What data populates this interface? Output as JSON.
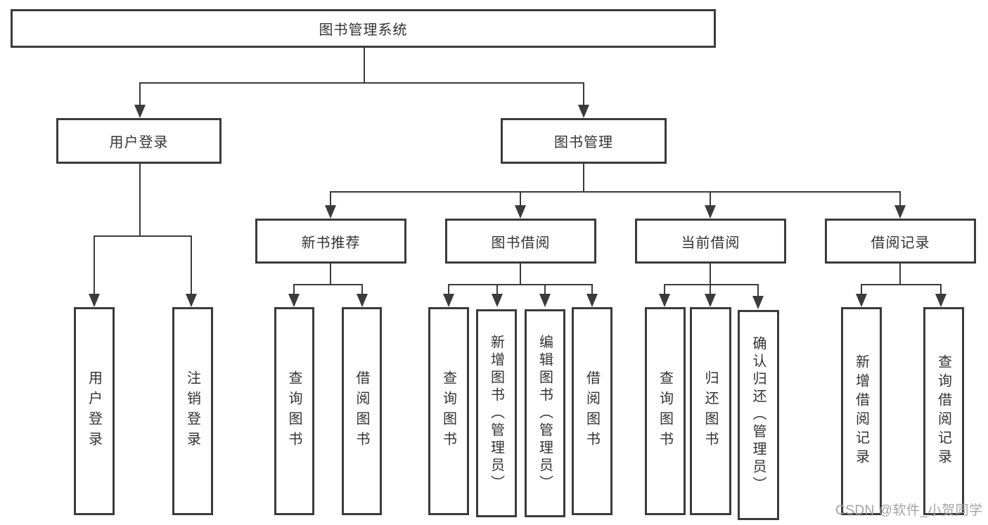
{
  "diagram": {
    "type": "hierarchy",
    "colors": {
      "line": "#3b3b3b",
      "text": "#333333",
      "box_bg": "#ffffff",
      "watermark": "#a3a3a3"
    },
    "watermark": "CSDN @软件_小贺同学",
    "nodes": {
      "root": {
        "label": "图书管理系统",
        "level": 1
      },
      "user_login": {
        "label": "用户登录",
        "level": 2,
        "parent": "root"
      },
      "book_mgmt": {
        "label": "图书管理",
        "level": 2,
        "parent": "root"
      },
      "new_books": {
        "label": "新书推荐",
        "level": 3,
        "parent": "book_mgmt"
      },
      "book_borrow": {
        "label": "图书借阅",
        "level": 3,
        "parent": "book_mgmt"
      },
      "current_borrow": {
        "label": "当前借阅",
        "level": 3,
        "parent": "book_mgmt"
      },
      "borrow_records": {
        "label": "借阅记录",
        "level": 3,
        "parent": "book_mgmt"
      },
      "leaf_user_login": {
        "label": "用户登录",
        "level": 4,
        "parent": "user_login"
      },
      "leaf_logout": {
        "label": "注销登录",
        "level": 4,
        "parent": "user_login"
      },
      "leaf_nb_query": {
        "label": "查询图书",
        "level": 4,
        "parent": "new_books"
      },
      "leaf_nb_borrow": {
        "label": "借阅图书",
        "level": 4,
        "parent": "new_books"
      },
      "leaf_bb_query": {
        "label": "查询图书",
        "level": 4,
        "parent": "book_borrow"
      },
      "leaf_bb_add": {
        "label": "新增图书（管理员）",
        "level": 4,
        "parent": "book_borrow"
      },
      "leaf_bb_edit": {
        "label": "编辑图书（管理员）",
        "level": 4,
        "parent": "book_borrow"
      },
      "leaf_bb_borrow": {
        "label": "借阅图书",
        "level": 4,
        "parent": "book_borrow"
      },
      "leaf_cb_query": {
        "label": "查询图书",
        "level": 4,
        "parent": "current_borrow"
      },
      "leaf_cb_return": {
        "label": "归还图书",
        "level": 4,
        "parent": "current_borrow"
      },
      "leaf_cb_confirm": {
        "label": "确认归还（管理员）",
        "level": 4,
        "parent": "current_borrow"
      },
      "leaf_br_add": {
        "label": "新增借阅记录",
        "level": 4,
        "parent": "borrow_records"
      },
      "leaf_br_query": {
        "label": "查询借阅记录",
        "level": 4,
        "parent": "borrow_records"
      }
    }
  }
}
